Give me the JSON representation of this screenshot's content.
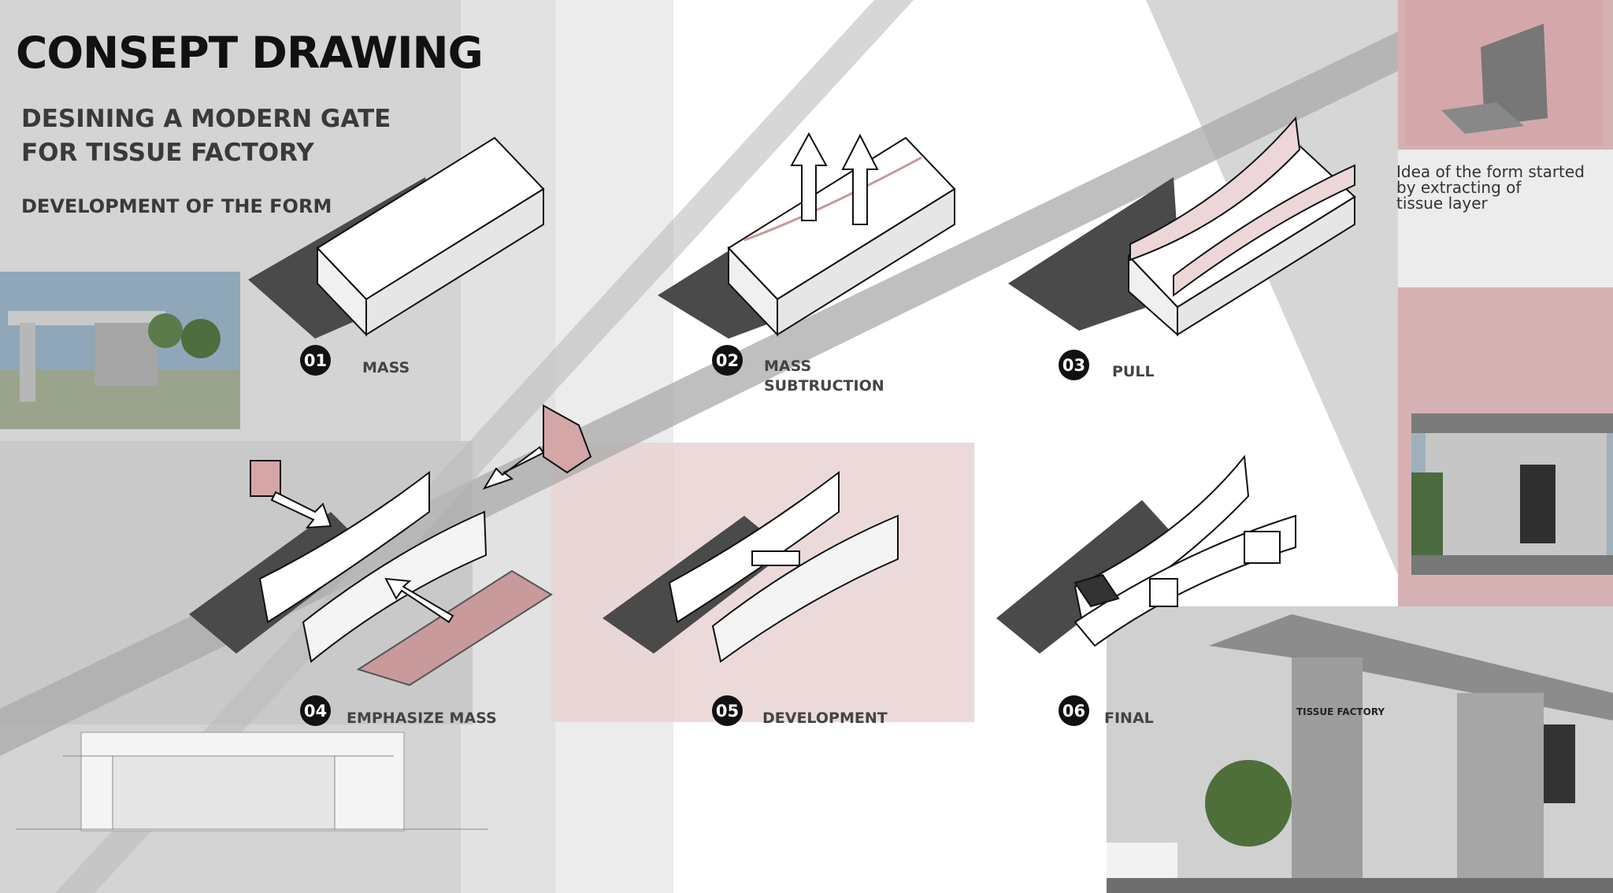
{
  "header": {
    "title": "CONSEPT DRAWING",
    "subtitle_line1": "DESINING A MODERN GATE",
    "subtitle_line2": "FOR TISSUE FACTORY",
    "section": "DEVELOPMENT OF THE FORM"
  },
  "note": {
    "line1": "Idea of the form started",
    "line2": "by extracting of",
    "line3": "tissue layer"
  },
  "steps": [
    {
      "number": "01",
      "label_line1": "MASS",
      "label_line2": ""
    },
    {
      "number": "02",
      "label_line1": "MASS",
      "label_line2": "SUBTRUCTION"
    },
    {
      "number": "03",
      "label_line1": "PULL",
      "label_line2": ""
    },
    {
      "number": "04",
      "label_line1": "EMPHASIZE MASS",
      "label_line2": ""
    },
    {
      "number": "05",
      "label_line1": "DEVELOPMENT",
      "label_line2": ""
    },
    {
      "number": "06",
      "label_line1": "FINAL",
      "label_line2": ""
    }
  ],
  "render": {
    "sign_text": "TISSUE FACTORY"
  },
  "colors": {
    "pink_accent": "#c99a9c",
    "pink_panel": "#d6b1b3",
    "gray_panel": "#d3d3d3",
    "shadow": "#555555"
  }
}
